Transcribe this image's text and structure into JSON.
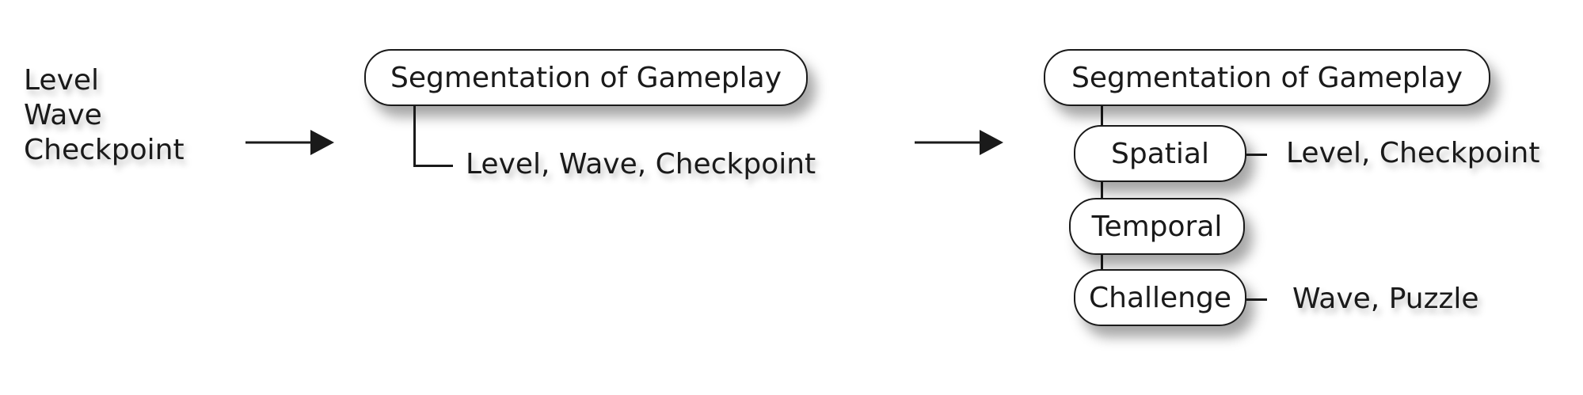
{
  "left_list": [
    "Level",
    "Wave",
    "Checkpoint"
  ],
  "middle": {
    "root": "Segmentation of Gameplay",
    "child": "Level, Wave, Checkpoint"
  },
  "right": {
    "root": "Segmentation of Gameplay",
    "nodes": [
      {
        "label": "Spatial",
        "examples": "Level, Checkpoint"
      },
      {
        "label": "Temporal",
        "examples": ""
      },
      {
        "label": "Challenge",
        "examples": "Wave, Puzzle"
      }
    ]
  }
}
